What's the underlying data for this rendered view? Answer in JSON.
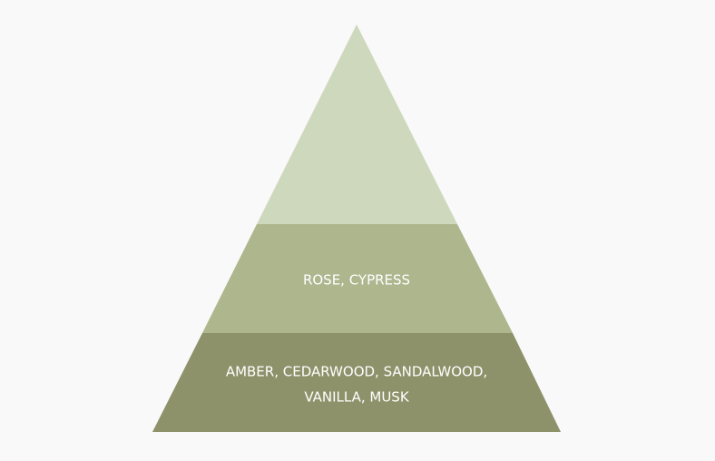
{
  "pyramid": {
    "tiers": [
      {
        "name": "top",
        "lines": [],
        "color": "#cdd8bc"
      },
      {
        "name": "middle",
        "lines": [
          "ROSE, CYPRESS"
        ],
        "color": "#aeb68e"
      },
      {
        "name": "base",
        "lines": [
          "AMBER, CEDARWOOD, SANDALWOOD,",
          "VANILLA, MUSK"
        ],
        "color": "#8e926a"
      }
    ]
  }
}
